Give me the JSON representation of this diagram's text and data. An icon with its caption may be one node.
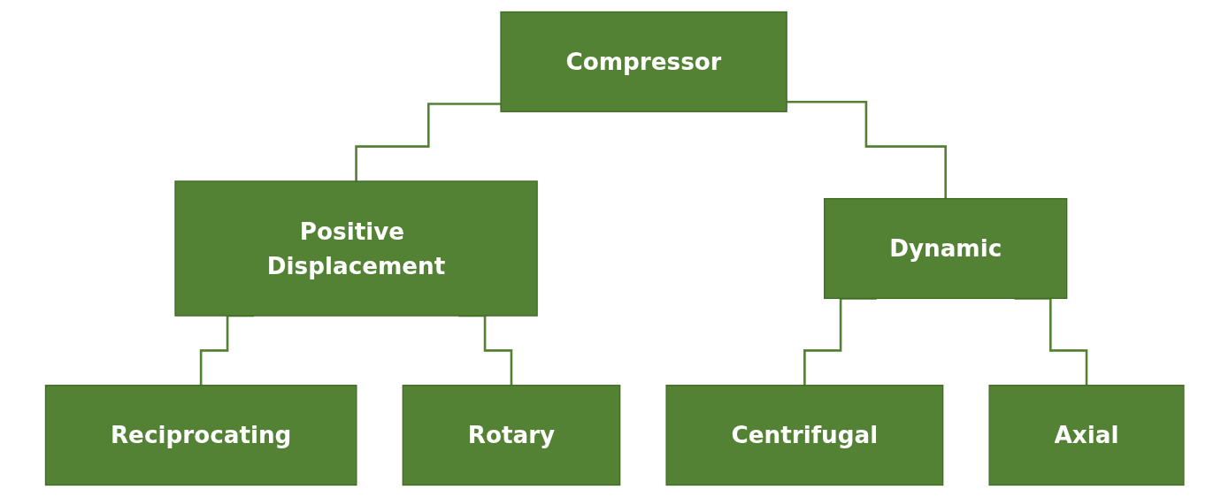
{
  "diagram": {
    "nodes": [
      {
        "text": [
          "Compressor"
        ]
      },
      {
        "text": [
          "Positive Displacement"
        ]
      },
      {
        "text": [
          "Dynamic"
        ]
      },
      {
        "text": [
          "Reciprocating"
        ]
      },
      {
        "text": [
          "Rotary"
        ]
      },
      {
        "text": [
          "Centrifugal"
        ]
      },
      {
        "text": [
          "Axial"
        ]
      }
    ],
    "edges": [
      {
        "from": 0,
        "to": 1,
        "arrow": "none"
      },
      {
        "from": 0,
        "to": 2,
        "arrow": "none"
      },
      {
        "from": 1,
        "to": 3,
        "arrow": "none"
      },
      {
        "from": 1,
        "to": 4,
        "arrow": "none"
      },
      {
        "from": 2,
        "to": 5,
        "arrow": "none"
      },
      {
        "from": 2,
        "to": 6,
        "arrow": "none"
      }
    ]
  }
}
